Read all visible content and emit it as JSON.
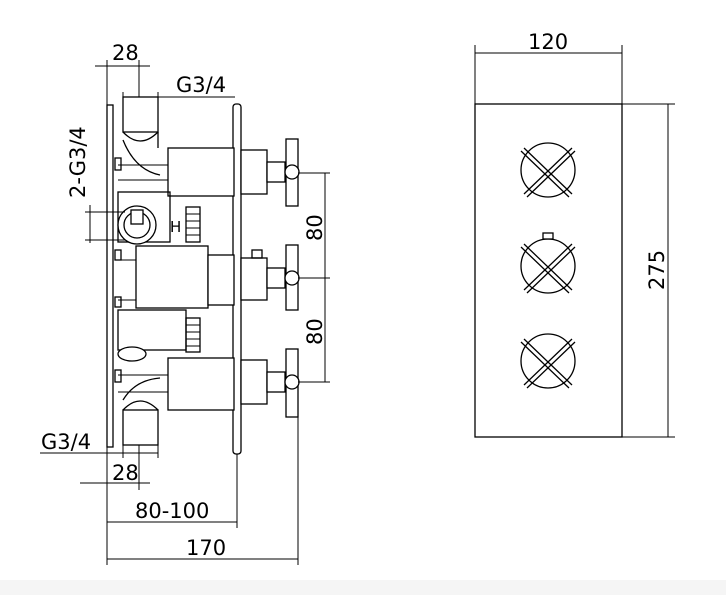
{
  "side_view": {
    "dims": {
      "top_thread_offset": "28",
      "top_thread": "G3/4",
      "side_threads": "2-G3/4",
      "spacing_upper": "80",
      "spacing_lower": "80",
      "bottom_thread": "G3/4",
      "bottom_thread_offset": "28",
      "depth_range": "80-100",
      "overall_depth": "170"
    },
    "hot_mark": "H"
  },
  "front_view": {
    "dims": {
      "width": "120",
      "height": "275"
    }
  }
}
